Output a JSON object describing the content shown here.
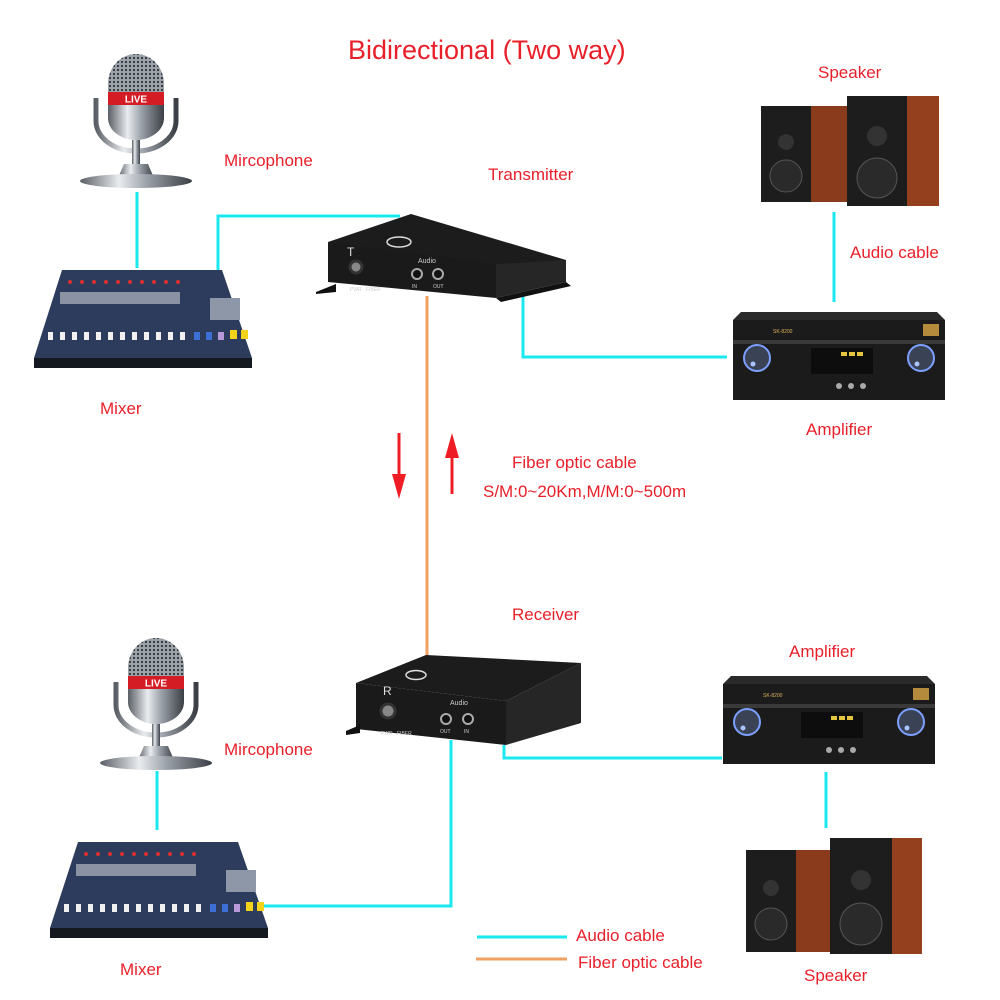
{
  "title": "Bidirectional (Two way)",
  "colors": {
    "audio_cable": "#19e8ee",
    "fiber_cable": "#f0a060",
    "label_text": "#e8202a",
    "arrow": "#ee1c24"
  },
  "top": {
    "microphone_label": "Mircophone",
    "mixer_label": "Mixer",
    "transmitter_label": "Transmitter",
    "transmitter": {
      "letter": "T",
      "audio_label": "Audio",
      "port_in": "IN",
      "port_out": "OUT",
      "pwr": "PWR",
      "fiber": "FIBER"
    },
    "speaker_label": "Speaker",
    "audio_cable_label": "Audio cable",
    "amplifier_label": "Amplifier",
    "amplifier_model": "SK-8200",
    "mic_badge": "LIVE"
  },
  "middle": {
    "fiber_label": "Fiber optic cable",
    "fiber_spec": "S/M:0~20Km,M/M:0~500m"
  },
  "bottom": {
    "receiver_label": "Receiver",
    "receiver": {
      "letter": "R",
      "audio_label": "Audio",
      "port_out": "OUT",
      "port_in": "IN",
      "pwr": "PWR",
      "fiber": "FIBER"
    },
    "microphone_label": "Mircophone",
    "mixer_label": "Mixer",
    "amplifier_label": "Amplifier",
    "amplifier_model": "SK-8200",
    "speaker_label": "Speaker",
    "mic_badge": "LIVE"
  },
  "legend": [
    {
      "type": "audio",
      "label": "Audio cable"
    },
    {
      "type": "fiber",
      "label": "Fiber optic cable"
    }
  ]
}
